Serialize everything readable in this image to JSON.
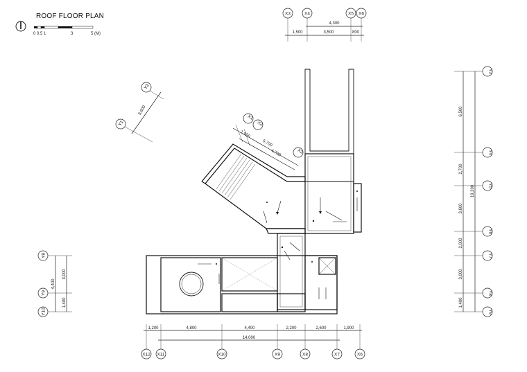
{
  "title": "ROOF FLOOR PLAN",
  "scale_bar": {
    "labels": [
      "0",
      "0.5",
      "1",
      "3",
      "5 (M)"
    ]
  },
  "top_grid": {
    "bubbles": [
      "X3",
      "X4",
      "X5",
      "X6"
    ],
    "overall": "4,300",
    "segments": [
      "1,500",
      "3,500",
      "800"
    ]
  },
  "bottom_grid": {
    "bubbles": [
      "X12",
      "X11",
      "X10",
      "X9",
      "X8",
      "X7",
      "X6"
    ],
    "segments": [
      "1,200",
      "4,800",
      "4,400",
      "2,200",
      "2,600",
      "1,900"
    ],
    "overall": "14,000"
  },
  "right_grid": {
    "bubbles": [
      "Y3",
      "Y4",
      "Y5",
      "Y6",
      "Y7",
      "Y8",
      "Y9"
    ],
    "segments": [
      "6,500",
      "2,700",
      "3,600",
      "2,000",
      "3,000",
      "1,400"
    ],
    "overall": "19,200"
  },
  "left_grid": {
    "bubbles": [
      "Y8",
      "Y9",
      "Y10"
    ],
    "segments": [
      "3,000",
      "1,400"
    ],
    "overall": "4,400"
  },
  "angled_grid": {
    "bubbles": [
      "Y1",
      "Y2",
      "X1",
      "X2",
      "X3"
    ],
    "dims": [
      "3,600",
      "1,000",
      "5,700",
      "4,700"
    ]
  }
}
